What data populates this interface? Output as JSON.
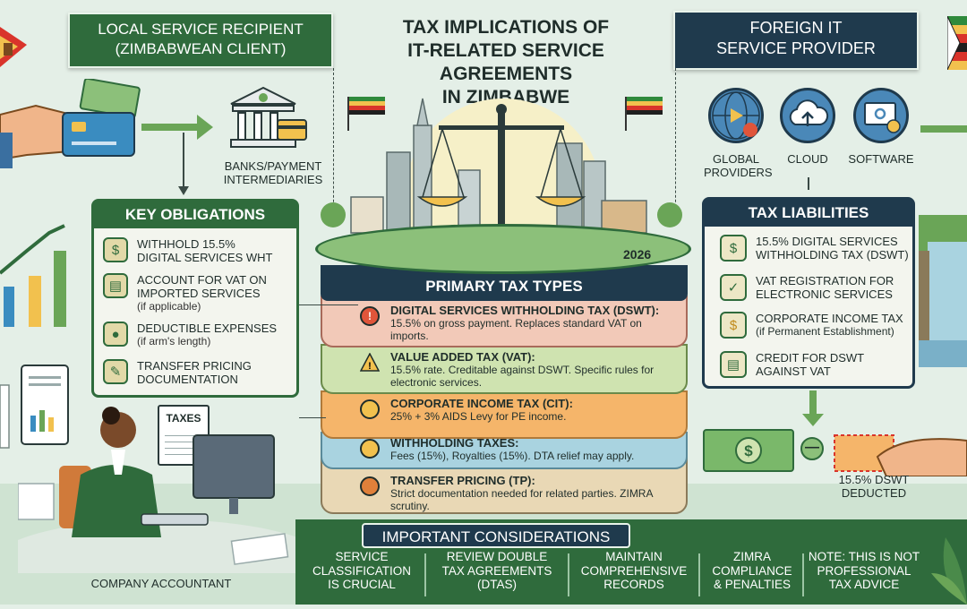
{
  "header": {
    "title_line1": "Tax Implications of",
    "title_line2": "IT-Related Service Agreements",
    "title_line3": "in Zimbabwe"
  },
  "left_header": {
    "line1": "Local Service Recipient",
    "line2": "(Zimbabwean Client)"
  },
  "right_header": {
    "line1": "Foreign IT",
    "line2": "Service Provider"
  },
  "banks_label": {
    "line1": "Banks/Payment",
    "line2": "Intermediaries"
  },
  "key_obligations": {
    "title": "Key Obligations",
    "items": [
      {
        "icon": "cash-icon",
        "line1": "Withhold 15.5%",
        "line2": "Digital Services WHT",
        "sub": ""
      },
      {
        "icon": "document-icon",
        "line1": "Account for VAT on",
        "line2": "Imported Services",
        "sub": "(if applicable)"
      },
      {
        "icon": "coin-hand-icon",
        "line1": "Deductible Expenses",
        "line2": "",
        "sub": "(if arm's length)"
      },
      {
        "icon": "pencil-doc-icon",
        "line1": "Transfer Pricing",
        "line2": "Documentation",
        "sub": ""
      }
    ]
  },
  "year_label": "2026",
  "tax_types": {
    "title": "Primary Tax Types",
    "items": [
      {
        "title": "Digital Services Withholding Tax (DSWT):",
        "desc": "15.5% on gross payment. Replaces standard VAT on imports.",
        "icon": "alert-icon"
      },
      {
        "title": "Value Added Tax (VAT):",
        "desc": "15.5% rate. Creditable against DSWT. Specific rules for electronic services.",
        "icon": "warning-icon"
      },
      {
        "title": "Corporate Income Tax (CIT):",
        "desc": "25% + 3% AIDS Levy for PE income.",
        "icon": "circle-icon"
      },
      {
        "title": "Withholding Taxes:",
        "desc": "Fees (15%), Royalties (15%). DTA relief may apply.",
        "icon": "circle-icon"
      },
      {
        "title": "Transfer Pricing (TP):",
        "desc": "Strict documentation needed for related parties. ZIMRA scrutiny.",
        "icon": "circle-icon"
      }
    ]
  },
  "providers": {
    "items": [
      {
        "label_line1": "Global",
        "label_line2": "Providers",
        "icon": "globe-icon"
      },
      {
        "label_line1": "Cloud",
        "label_line2": "",
        "icon": "cloud-icon"
      },
      {
        "label_line1": "Software",
        "label_line2": "",
        "icon": "software-icon"
      }
    ]
  },
  "tax_liabilities": {
    "title": "Tax Liabilities",
    "items": [
      {
        "icon": "money-bag-icon",
        "line1": "15.5% Digital Services",
        "line2": "Withholding Tax (DSWT)",
        "sub": ""
      },
      {
        "icon": "check-icon",
        "line1": "VAT Registration for",
        "line2": "Electronic Services",
        "sub": ""
      },
      {
        "icon": "dollar-icon",
        "line1": "Corporate Income Tax",
        "line2": "",
        "sub": "(if Permanent Establishment)"
      },
      {
        "icon": "search-doc-icon",
        "line1": "Credit for DSWT",
        "line2": "Against VAT",
        "sub": ""
      }
    ]
  },
  "deducted_label": {
    "line1": "15.5% DSWT",
    "line2": "Deducted"
  },
  "taxes_sheet_label": "Taxes",
  "accountant_label": "Company Accountant",
  "considerations": {
    "title": "Important Considerations",
    "items": [
      {
        "line1": "Service",
        "line2": "Classification",
        "line3": "is Crucial"
      },
      {
        "line1": "Review Double",
        "line2": "Tax Agreements",
        "line3": "(DTAs)"
      },
      {
        "line1": "Maintain",
        "line2": "Comprehensive",
        "line3": "Records"
      },
      {
        "line1": "ZIMRA",
        "line2": "Compliance",
        "line3": "& Penalties"
      },
      {
        "line1": "Note: This is not",
        "line2": "Professional",
        "line3": "Tax Advice"
      }
    ]
  },
  "colors": {
    "green": "#2f6b3c",
    "navy": "#1f3a4d",
    "layer_red": "#f2c9b8",
    "layer_green": "#cfe3b0",
    "layer_orange": "#f5b56a",
    "layer_blue": "#a9d3e0",
    "layer_tan": "#e9d8b5"
  }
}
